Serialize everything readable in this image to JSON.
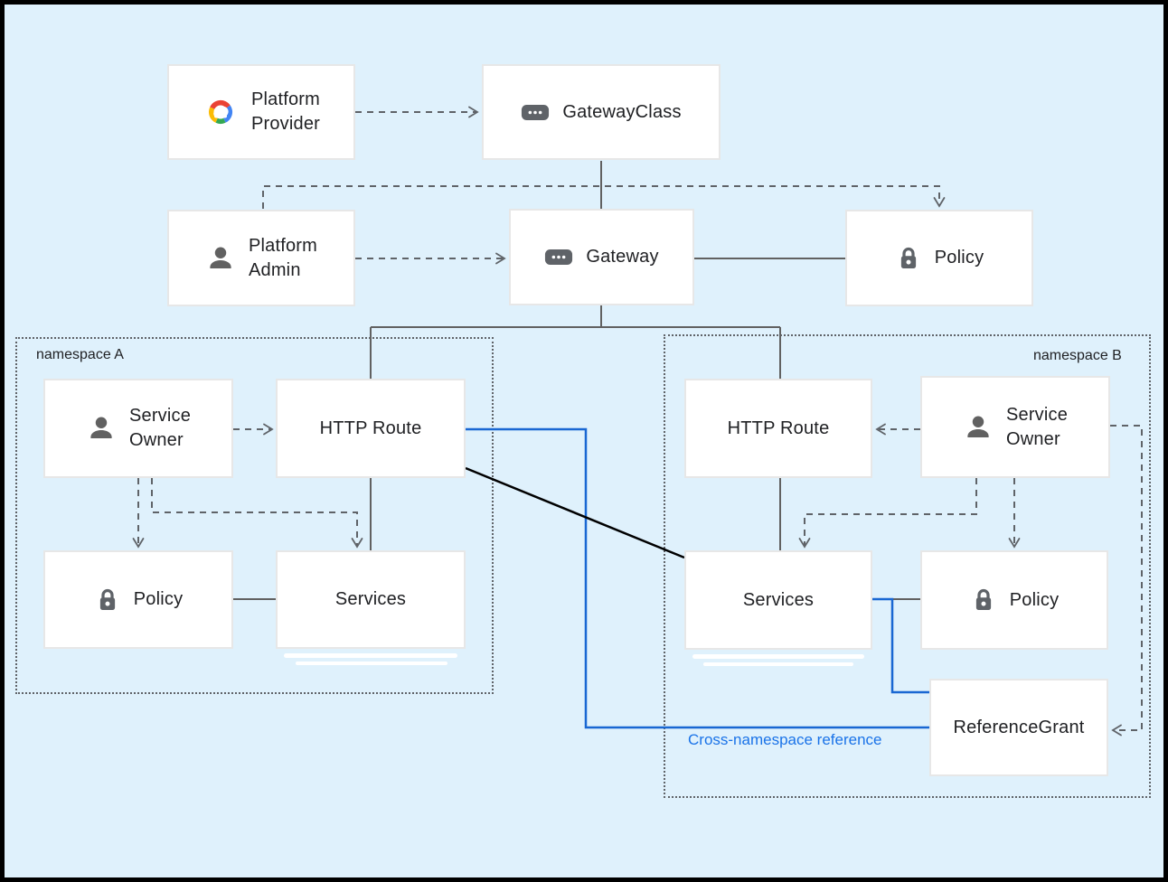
{
  "diagram": {
    "nodes": {
      "platform_provider": {
        "line1": "Platform",
        "line2": "Provider",
        "icon": "google-cloud-logo"
      },
      "gateway_class": {
        "label": "GatewayClass",
        "icon": "gateway-chip"
      },
      "platform_admin": {
        "line1": "Platform",
        "line2": "Admin",
        "icon": "person"
      },
      "gateway": {
        "label": "Gateway",
        "icon": "gateway-chip"
      },
      "policy_top": {
        "label": "Policy",
        "icon": "lock"
      },
      "service_owner_a": {
        "line1": "Service",
        "line2": "Owner",
        "icon": "person"
      },
      "http_route_a": {
        "label": "HTTP Route"
      },
      "policy_a": {
        "label": "Policy",
        "icon": "lock"
      },
      "services_a": {
        "label": "Services"
      },
      "http_route_b": {
        "label": "HTTP Route"
      },
      "service_owner_b": {
        "line1": "Service",
        "line2": "Owner",
        "icon": "person"
      },
      "services_b": {
        "label": "Services"
      },
      "policy_b": {
        "label": "Policy",
        "icon": "lock"
      },
      "reference_grant": {
        "label": "ReferenceGrant"
      }
    },
    "namespaces": {
      "a": {
        "label": "namespace A"
      },
      "b": {
        "label": "namespace B"
      }
    },
    "edge_label": {
      "cross_namespace": "Cross-namespace reference"
    },
    "colors": {
      "background": "#dff1fc",
      "connector_gray": "#616161",
      "dashed_gray": "#5f6368",
      "blue_line": "#1967d2",
      "blue_text": "#1a73e8",
      "black_line": "#000000",
      "gcp_red": "#EA4335",
      "gcp_blue": "#4285F4",
      "gcp_green": "#34A853",
      "gcp_yellow": "#FBBC04"
    }
  }
}
